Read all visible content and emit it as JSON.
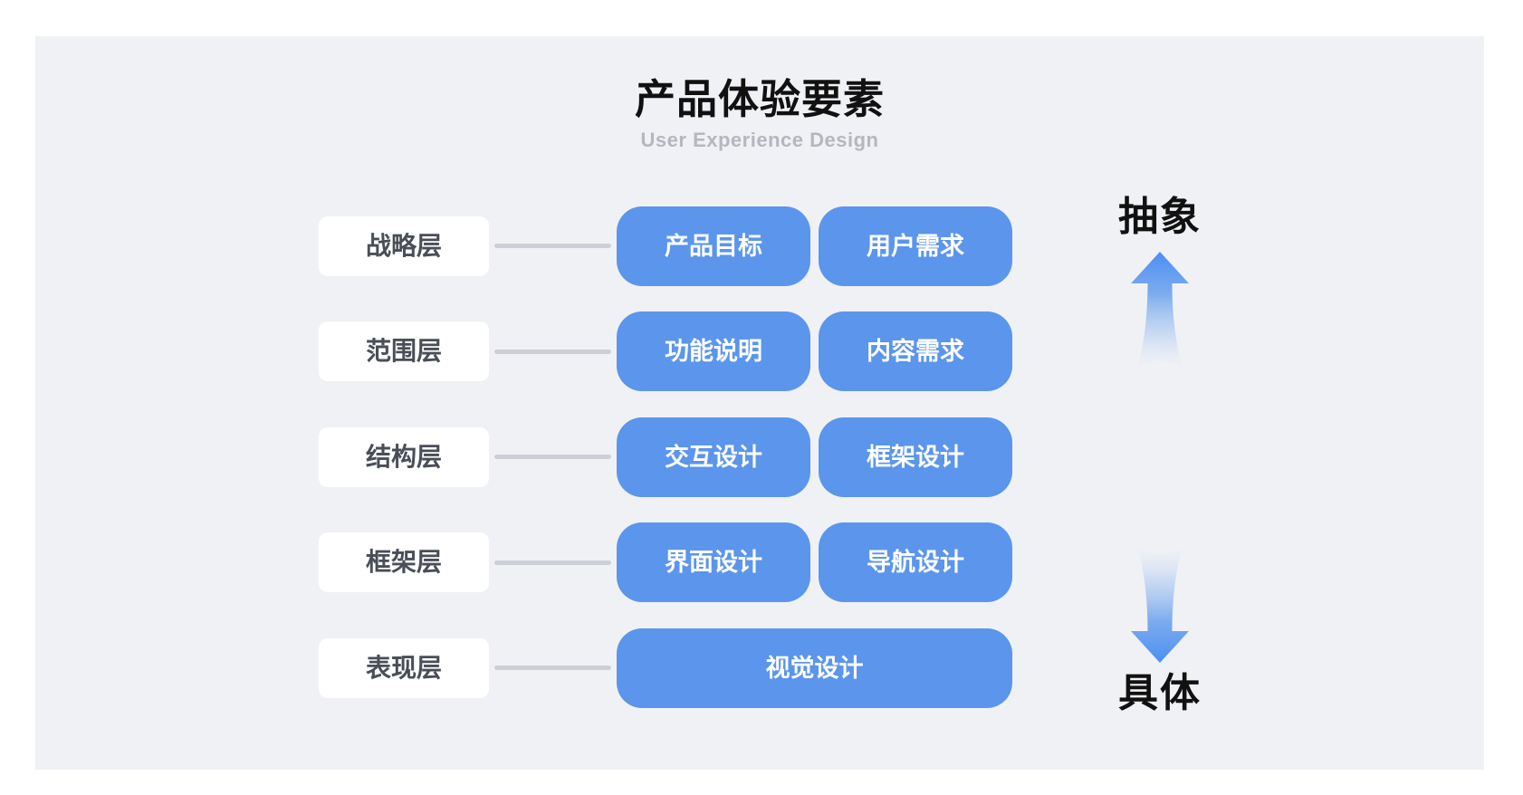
{
  "title": "产品体验要素",
  "subtitle": "User Experience Design",
  "layers": [
    {
      "label": "战略层",
      "nodes": [
        "产品目标",
        "用户需求"
      ]
    },
    {
      "label": "范围层",
      "nodes": [
        "功能说明",
        "内容需求"
      ]
    },
    {
      "label": "结构层",
      "nodes": [
        "交互设计",
        "框架设计"
      ]
    },
    {
      "label": "框架层",
      "nodes": [
        "界面设计",
        "导航设计"
      ]
    },
    {
      "label": "表现层",
      "nodes": [
        "视觉设计"
      ]
    }
  ],
  "axis": {
    "top_label": "抽象",
    "bottom_label": "具体"
  },
  "icons": {
    "up": "arrow-up-icon",
    "down": "arrow-down-icon"
  },
  "colors": {
    "page_bg": "#FFFFFF",
    "panel_bg": "#F0F1F5",
    "node_blue": "#5B95EC",
    "node_text": "#FFFFFF",
    "label_bg": "#FFFFFF",
    "label_text": "#4A4E57",
    "connector_gray": "#CCD0D6",
    "subtitle_gray": "#B4B7BE",
    "arrow_blue": "#4C8EF2",
    "title_black": "#111111"
  }
}
